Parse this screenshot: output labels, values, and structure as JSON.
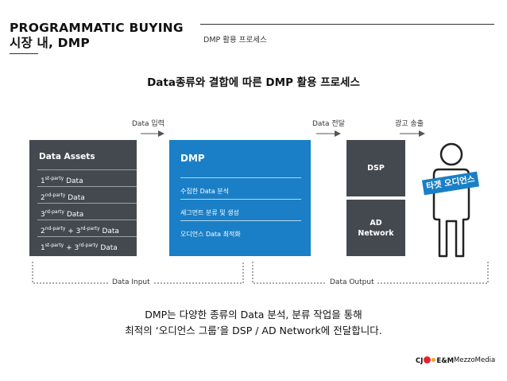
{
  "header": {
    "title_line1": "PROGRAMMATIC BUYING",
    "title_line2": "시장 내, DMP",
    "breadcrumb": "DMP 활용 프로세스"
  },
  "main_heading": "Data종류와 결합에 따른 DMP 활용 프로세스",
  "flow_labels": {
    "data_input": "Data 입력",
    "data_transfer": "Data 전달",
    "ad_send": "광고 송출"
  },
  "assets": {
    "title": "Data Assets",
    "rows": [
      {
        "a": "1",
        "a_sup": "st-party",
        "b": "",
        "b_sup": "",
        "suffix": "Data"
      },
      {
        "a": "2",
        "a_sup": "nd-party",
        "b": "",
        "b_sup": "",
        "suffix": "Data"
      },
      {
        "a": "3",
        "a_sup": "rd-party",
        "b": "",
        "b_sup": "",
        "suffix": "Data"
      },
      {
        "a": "2",
        "a_sup": "nd-party",
        "b": "3",
        "b_sup": "rd-party",
        "suffix": "Data"
      },
      {
        "a": "1",
        "a_sup": "st-party",
        "b": "3",
        "b_sup": "rd-party",
        "suffix": "Data"
      }
    ]
  },
  "dmp": {
    "title": "DMP",
    "items": [
      "수집한 Data 분석",
      "세그먼트 분류 및 생성",
      "오디언스 Data 최적화"
    ]
  },
  "dsp_label": "DSP",
  "ad_network_label_1": "AD",
  "ad_network_label_2": "Network",
  "target_label": "타겟 오디언스",
  "bracket_labels": {
    "input": "Data Input",
    "output": "Data Output"
  },
  "summary": {
    "line1": "DMP는 다양한 종류의 Data 분석, 분류 작업을 통해",
    "line2": "최적의 ‘오디언스 그룹’을 DSP / AD Network에 전달합니다."
  },
  "logos": {
    "cj_prefix": "CJ",
    "cj_suffix": "E&M",
    "mezzo": "MezzoMedia"
  },
  "colors": {
    "dmp_blue": "#1a7fc6",
    "dark_box": "#44494f",
    "arrow": "#555555"
  }
}
